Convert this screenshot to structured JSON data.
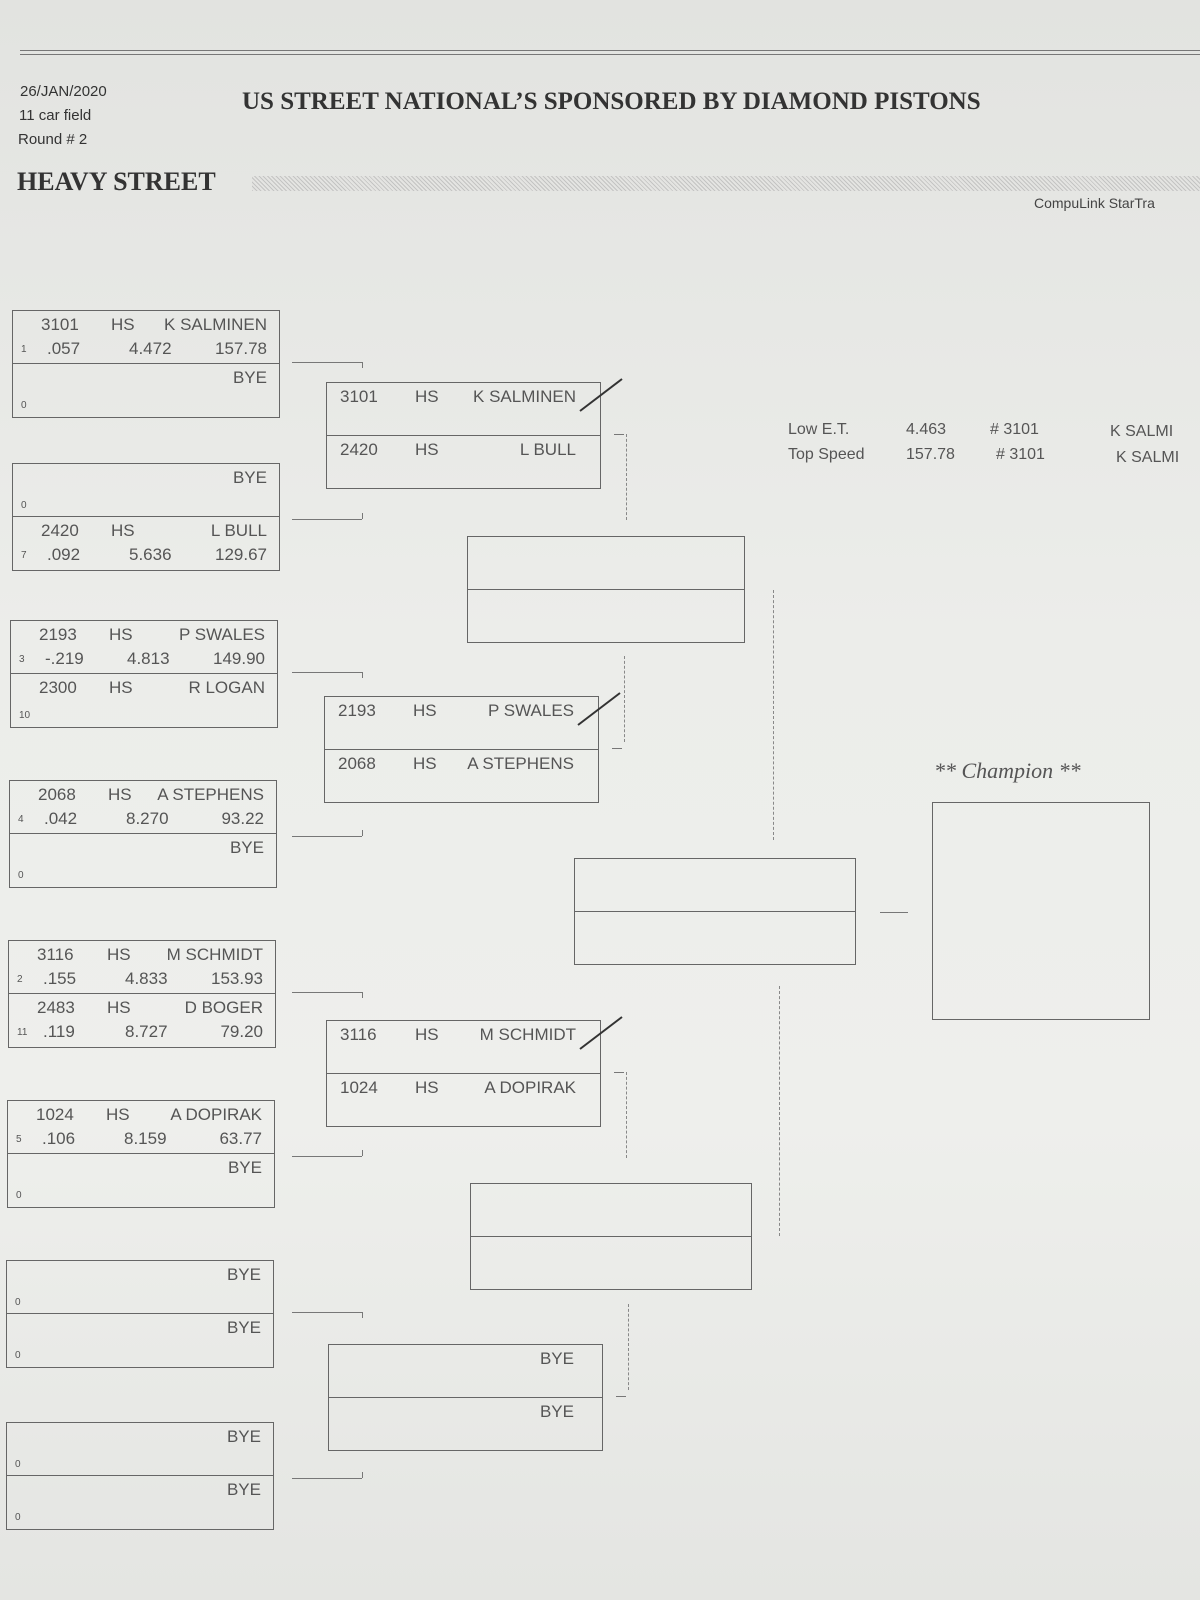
{
  "header": {
    "date": "26/JAN/2020",
    "field": "11 car field",
    "round": "Round # 2",
    "title": "US STREET NATIONAL’S SPONSORED BY DIAMOND PISTONS",
    "class_name": "HEAVY STREET",
    "software": "CompuLink StarTra"
  },
  "round1": [
    [
      {
        "car": "3101",
        "cls": "HS",
        "name": "K SALMINEN",
        "seed": "1",
        "rt": ".057",
        "et": "4.472",
        "mph": "157.78"
      },
      {
        "name": "BYE",
        "seed": "0"
      }
    ],
    [
      {
        "name": "BYE",
        "seed": "0"
      },
      {
        "car": "2420",
        "cls": "HS",
        "name": "L BULL",
        "seed": "7",
        "rt": ".092",
        "et": "5.636",
        "mph": "129.67"
      }
    ],
    [
      {
        "car": "2193",
        "cls": "HS",
        "name": "P SWALES",
        "seed": "3",
        "rt": "-.219",
        "et": "4.813",
        "mph": "149.90"
      },
      {
        "car": "2300",
        "cls": "HS",
        "name": "R LOGAN",
        "seed": "10"
      }
    ],
    [
      {
        "car": "2068",
        "cls": "HS",
        "name": "A STEPHENS",
        "seed": "4",
        "rt": ".042",
        "et": "8.270",
        "mph": "93.22"
      },
      {
        "name": "BYE",
        "seed": "0"
      }
    ],
    [
      {
        "car": "3116",
        "cls": "HS",
        "name": "M SCHMIDT",
        "seed": "2",
        "rt": ".155",
        "et": "4.833",
        "mph": "153.93"
      },
      {
        "car": "2483",
        "cls": "HS",
        "name": "D BOGER",
        "seed": "11",
        "rt": ".119",
        "et": "8.727",
        "mph": "79.20"
      }
    ],
    [
      {
        "car": "1024",
        "cls": "HS",
        "name": "A DOPIRAK",
        "seed": "5",
        "rt": ".106",
        "et": "8.159",
        "mph": "63.77"
      },
      {
        "name": "BYE",
        "seed": "0"
      }
    ],
    [
      {
        "name": "BYE",
        "seed": "0"
      },
      {
        "name": "BYE",
        "seed": "0"
      }
    ],
    [
      {
        "name": "BYE",
        "seed": "0"
      },
      {
        "name": "BYE",
        "seed": "0"
      }
    ]
  ],
  "round2": [
    [
      {
        "car": "3101",
        "cls": "HS",
        "name": "K SALMINEN",
        "winner": true
      },
      {
        "car": "2420",
        "cls": "HS",
        "name": "L BULL"
      }
    ],
    [
      {
        "car": "2193",
        "cls": "HS",
        "name": "P SWALES",
        "winner": true
      },
      {
        "car": "2068",
        "cls": "HS",
        "name": "A STEPHENS"
      }
    ],
    [
      {
        "car": "3116",
        "cls": "HS",
        "name": "M SCHMIDT",
        "winner": true
      },
      {
        "car": "1024",
        "cls": "HS",
        "name": "A DOPIRAK"
      }
    ],
    [
      {
        "name": "BYE"
      },
      {
        "name": "BYE"
      }
    ]
  ],
  "stats": {
    "low_et": {
      "label": "Low  E.T.",
      "value": "4.463",
      "car": "# 3101",
      "name": "K SALMI"
    },
    "top_speed": {
      "label": "Top Speed",
      "value": "157.78",
      "car": "# 3101",
      "name": "K SALMI"
    }
  },
  "champion": {
    "label": "** Champion **"
  }
}
